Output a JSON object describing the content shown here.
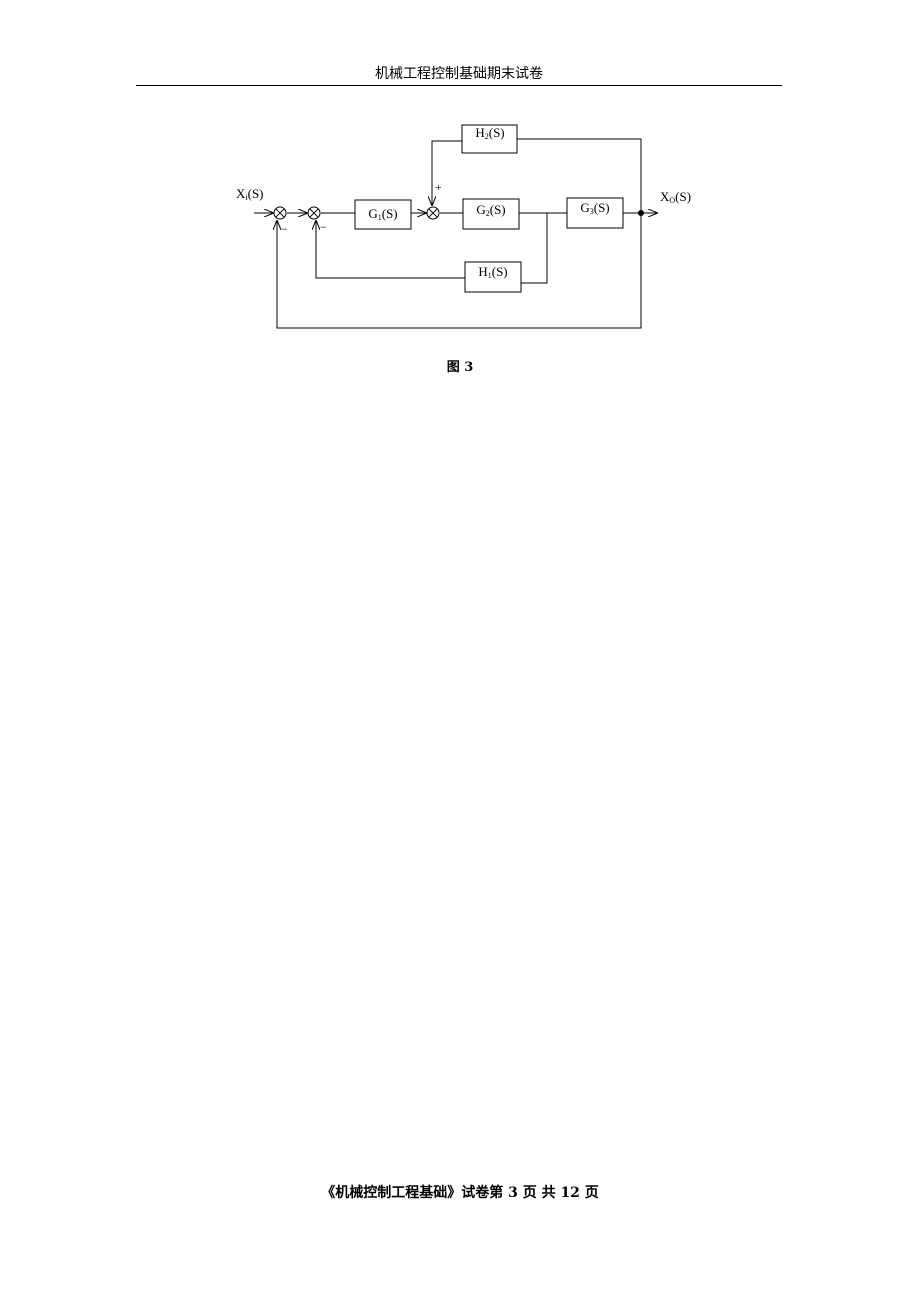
{
  "header": {
    "title": "机械工程控制基础期末试卷"
  },
  "figure": {
    "caption": "图 3",
    "input": {
      "base": "X",
      "sub": "i",
      "rest": "(S)"
    },
    "output": {
      "base": "X",
      "sub": "O",
      "rest": "(S)"
    },
    "blocks": [
      {
        "id": "g1",
        "base": "G",
        "sub": "1",
        "rest": "(S)"
      },
      {
        "id": "g2",
        "base": "G",
        "sub": "2",
        "rest": "(S)"
      },
      {
        "id": "g3",
        "base": "G",
        "sub": "3",
        "rest": "(S)"
      },
      {
        "id": "h1",
        "base": "H",
        "sub": "1",
        "rest": "(S)"
      },
      {
        "id": "h2",
        "base": "H",
        "sub": "2",
        "rest": "(S)"
      }
    ],
    "signs": {
      "sum1_feedback": "−",
      "sum2_feedback": "−",
      "sum3_feedforward": "+"
    }
  },
  "footer": {
    "text": "《机械控制工程基础》试卷第 3 页 共 12 页"
  }
}
